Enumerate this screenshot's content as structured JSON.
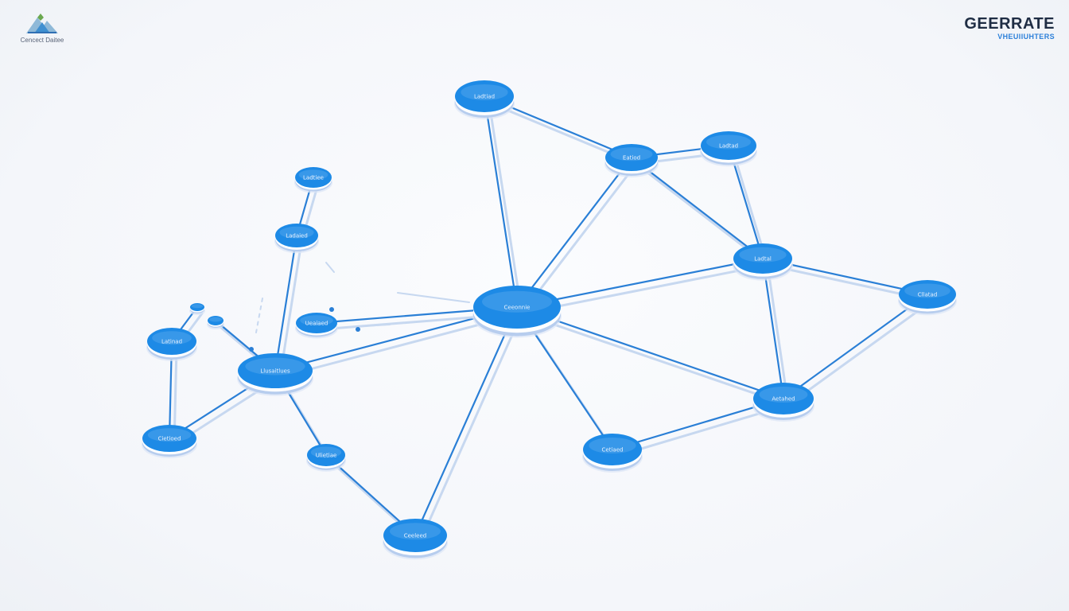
{
  "header": {
    "logo_text": "Cencect Daitee",
    "brand_title": "GEERRATE",
    "brand_subtitle": "VHEUIIUHTERS"
  },
  "diagram": {
    "colors": {
      "node_fill": "#1d8ae6",
      "node_rim": "#b7cdee",
      "edge": "#2a7fd6",
      "edge_shadow": "#c7d8f0",
      "label": "#eaf3ff"
    },
    "nodes": [
      {
        "id": "n_top",
        "label": "Ladtiad"
      },
      {
        "id": "n_mid_upper",
        "label": "Eatiod"
      },
      {
        "id": "n_top_right",
        "label": "Ladtad"
      },
      {
        "id": "n_right_mid",
        "label": "Ladtal"
      },
      {
        "id": "n_far_right",
        "label": "Cllatad"
      },
      {
        "id": "n_center",
        "label": "Ceeonnie"
      },
      {
        "id": "n_right_low",
        "label": "Aetahed"
      },
      {
        "id": "n_bottom_mid",
        "label": "Cetiaed"
      },
      {
        "id": "n_bottom",
        "label": "Ceeleed"
      },
      {
        "id": "n_left_hub",
        "label": "Llusaitlues"
      },
      {
        "id": "n_left_small_mid",
        "label": "Ueaiaed"
      },
      {
        "id": "n_left_upper",
        "label": "Ladaied"
      },
      {
        "id": "n_left_top",
        "label": "Ladtiee"
      },
      {
        "id": "n_far_left",
        "label": "Latinad"
      },
      {
        "id": "n_lower_left",
        "label": "Cietioed"
      },
      {
        "id": "n_left_bottom_small",
        "label": "Ulietiae"
      },
      {
        "id": "n_tiny_a",
        "label": ""
      },
      {
        "id": "n_tiny_b",
        "label": ""
      }
    ],
    "edges": [
      [
        "n_top",
        "n_mid_upper"
      ],
      [
        "n_top",
        "n_center"
      ],
      [
        "n_mid_upper",
        "n_top_right"
      ],
      [
        "n_mid_upper",
        "n_center"
      ],
      [
        "n_mid_upper",
        "n_right_mid"
      ],
      [
        "n_top_right",
        "n_right_mid"
      ],
      [
        "n_right_mid",
        "n_center"
      ],
      [
        "n_right_mid",
        "n_far_right"
      ],
      [
        "n_right_mid",
        "n_right_low"
      ],
      [
        "n_far_right",
        "n_right_low"
      ],
      [
        "n_center",
        "n_right_low"
      ],
      [
        "n_center",
        "n_bottom_mid"
      ],
      [
        "n_center",
        "n_bottom"
      ],
      [
        "n_center",
        "n_left_hub"
      ],
      [
        "n_center",
        "n_left_small_mid"
      ],
      [
        "n_right_low",
        "n_bottom_mid"
      ],
      [
        "n_left_hub",
        "n_left_bottom_small"
      ],
      [
        "n_left_hub",
        "n_lower_left"
      ],
      [
        "n_left_hub",
        "n_left_upper"
      ],
      [
        "n_left_upper",
        "n_left_top"
      ],
      [
        "n_far_left",
        "n_lower_left"
      ],
      [
        "n_far_left",
        "n_tiny_a"
      ],
      [
        "n_tiny_b",
        "n_left_hub"
      ],
      [
        "n_left_bottom_small",
        "n_bottom"
      ]
    ]
  }
}
